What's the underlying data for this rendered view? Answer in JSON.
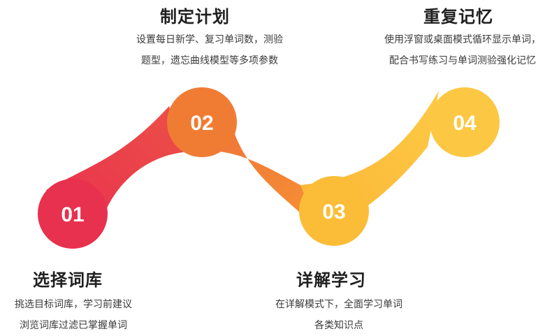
{
  "steps": [
    {
      "number": "01",
      "title": "选择词库",
      "desc": [
        "挑选目标词库，学习前建议",
        "浏览词库过滤已掌握单词"
      ],
      "color": "#e8304f"
    },
    {
      "number": "02",
      "title": "制定计划",
      "desc": [
        "设置每日新学、复习单词数，测验",
        "题型，遗忘曲线模型等多项参数"
      ],
      "color": "#f07c33"
    },
    {
      "number": "03",
      "title": "详解学习",
      "desc": [
        "在详解模式下，全面学习单词",
        "各类知识点"
      ],
      "color": "#fbbd38"
    },
    {
      "number": "04",
      "title": "重复记忆",
      "desc": [
        "使用浮窗或桌面模式循环显示单词，",
        "配合书写练习与单词测验强化记忆"
      ],
      "color": "#fcc843"
    }
  ]
}
